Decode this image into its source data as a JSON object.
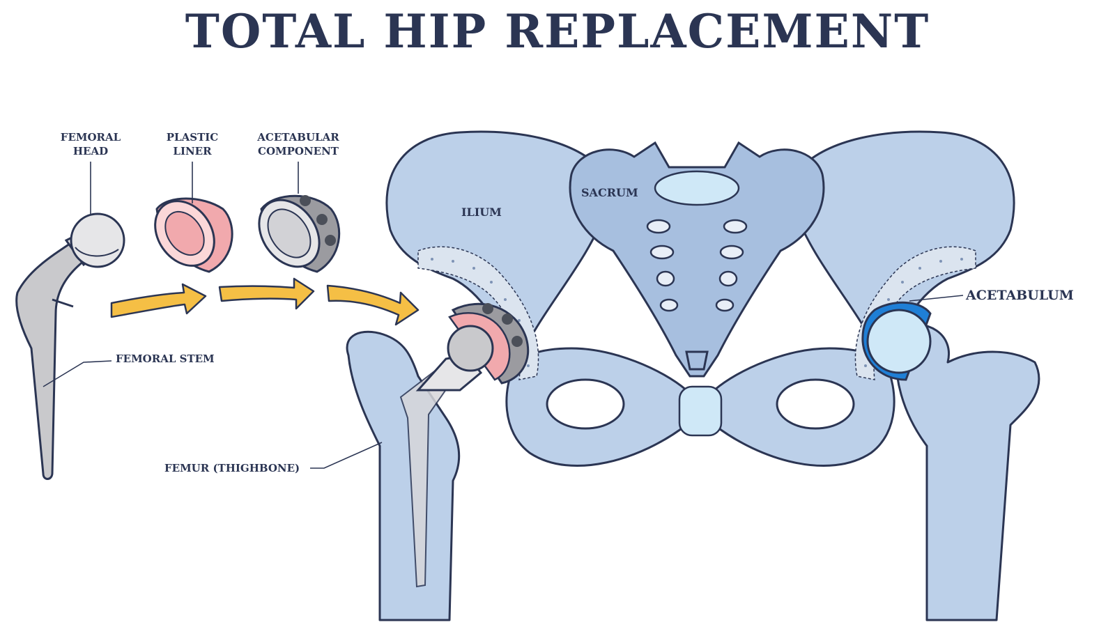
{
  "title": "TOTAL HIP REPLACEMENT",
  "labels": {
    "femoral_head": [
      "FEMORAL",
      "HEAD"
    ],
    "plastic_liner": [
      "PLASTIC",
      "LINER"
    ],
    "acetabular_component": [
      "ACETABULAR",
      "COMPONENT"
    ],
    "femoral_stem": "FEMORAL STEM",
    "femur": "FEMUR (THIGHBONE)",
    "ilium": "ILIUM",
    "sacrum": "SACRUM",
    "acetabulum": "ACETABULUM"
  },
  "colors": {
    "ink": "#2b3553",
    "bone": "#bcd0e9",
    "metal": "#c9c9cc",
    "liner": "#f1a9ad",
    "arrow": "#f5bf45",
    "cartilage": "#1f7fd6"
  }
}
